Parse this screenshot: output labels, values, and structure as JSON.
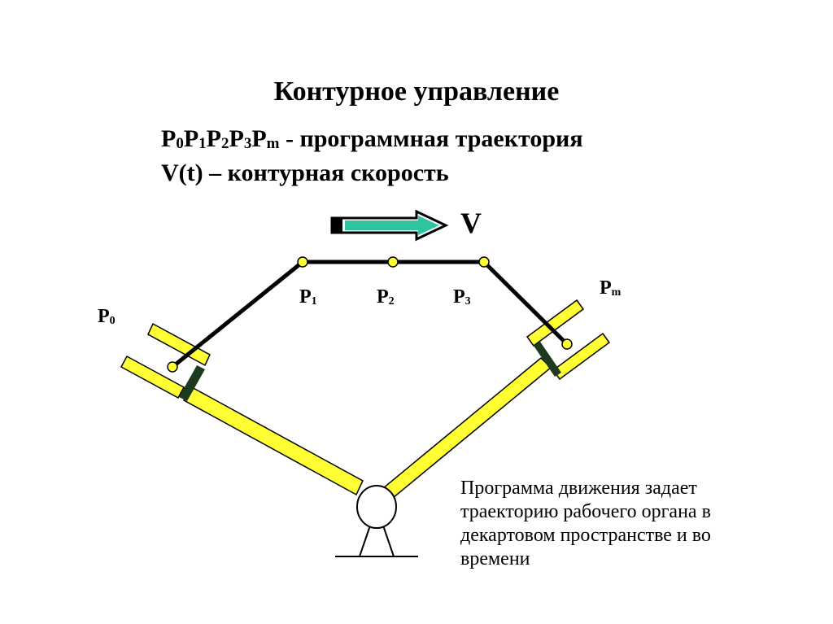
{
  "title": "Контурное управление",
  "definitions": {
    "trajectory": {
      "points": [
        {
          "base": "P",
          "sub": "0"
        },
        {
          "base": "P",
          "sub": "1"
        },
        {
          "base": "P",
          "sub": "2"
        },
        {
          "base": "P",
          "sub": "3"
        },
        {
          "base": "P",
          "sub": "m"
        }
      ],
      "text": " - программная траектория"
    },
    "speed": "V(t) – контурная скорость"
  },
  "velocity_label": "V",
  "points": {
    "p0": {
      "base": "P",
      "sub": "0"
    },
    "p1": {
      "base": "P",
      "sub": "1"
    },
    "p2": {
      "base": "P",
      "sub": "2"
    },
    "p3": {
      "base": "P",
      "sub": "3"
    },
    "pm": {
      "base": "P",
      "sub": "m"
    }
  },
  "note": "Программа движения задает траекторию рабочего органа в декартовом пространстве и во времени",
  "colors": {
    "arm": "#ffff33",
    "point": "#ffff33",
    "arrow": "#2ec4a0",
    "path": "#000000",
    "gripper_pad": "#1e3a1e"
  }
}
